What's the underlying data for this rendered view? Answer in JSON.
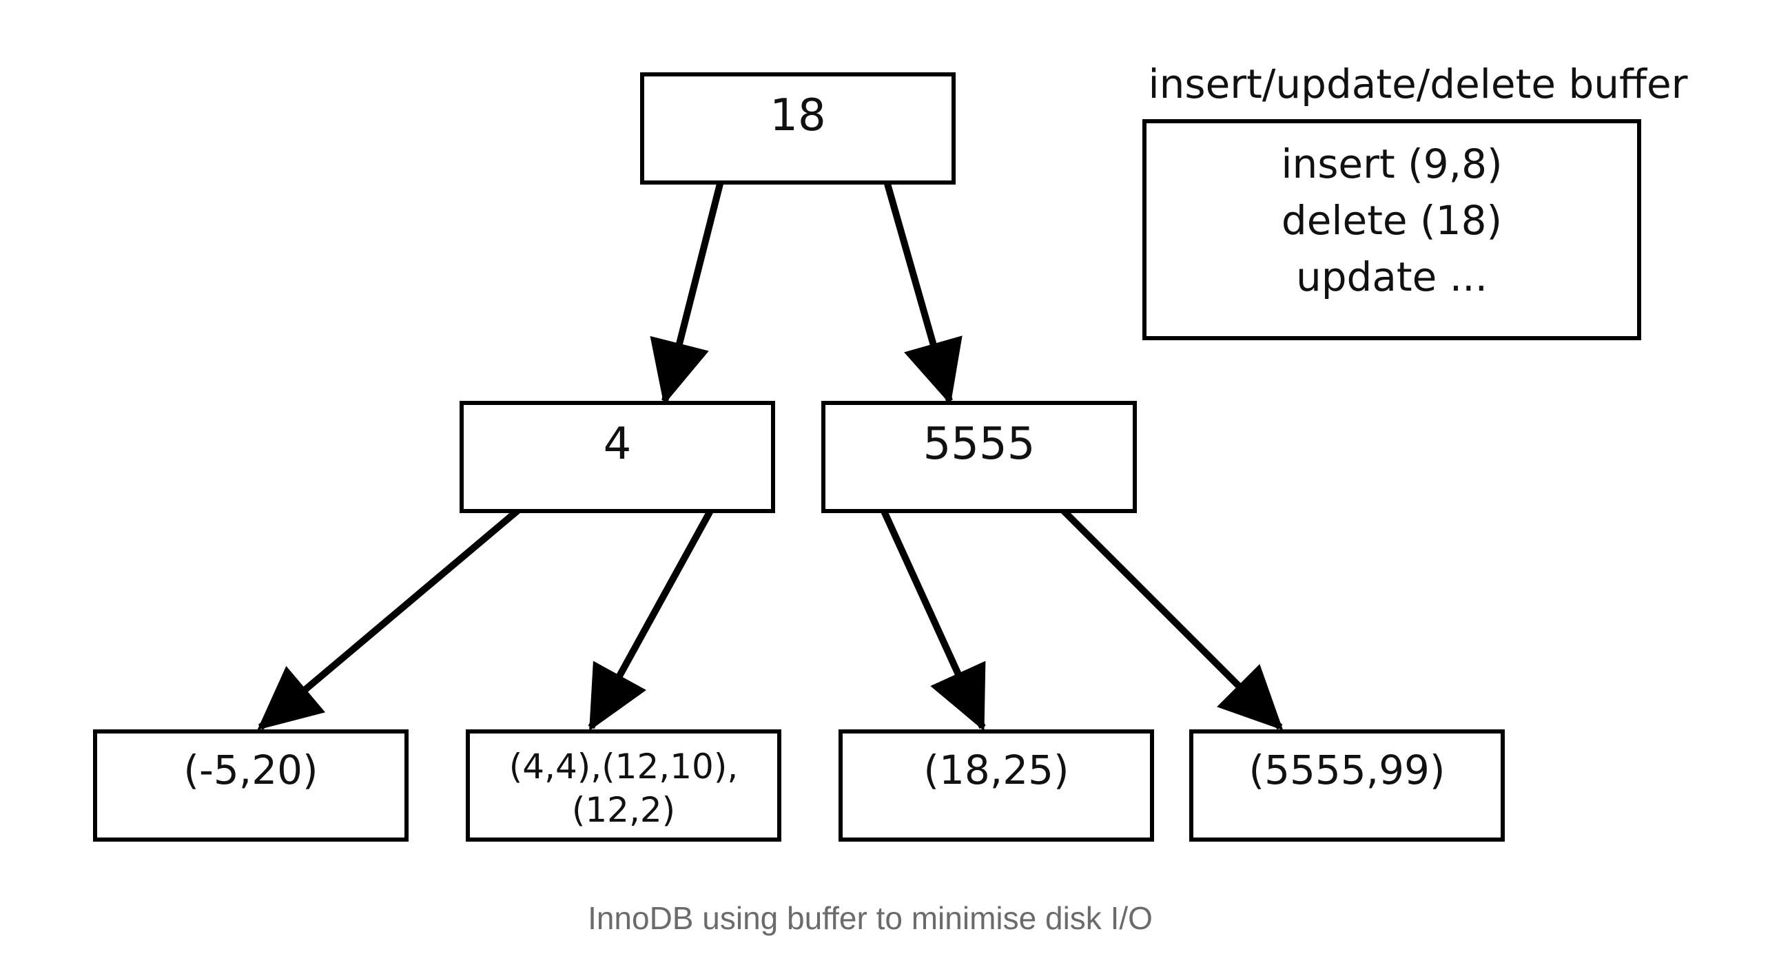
{
  "tree": {
    "root": {
      "label": "18"
    },
    "level1": [
      {
        "label": "4"
      },
      {
        "label": "5555"
      }
    ],
    "leaves": [
      {
        "lines": [
          "(-5,20)"
        ]
      },
      {
        "lines": [
          "(4,4),(12,10),",
          "(12,2)"
        ]
      },
      {
        "lines": [
          "(18,25)"
        ]
      },
      {
        "lines": [
          "(5555,99)"
        ]
      }
    ]
  },
  "buffer": {
    "title": "insert/update/delete buffer",
    "entries": [
      "insert (9,8)",
      "delete (18)",
      "update ..."
    ]
  },
  "caption": "InnoDB using buffer to minimise disk I/O",
  "colors": {
    "stroke": "#000000",
    "text": "#111111",
    "caption": "#6b6b6b"
  }
}
